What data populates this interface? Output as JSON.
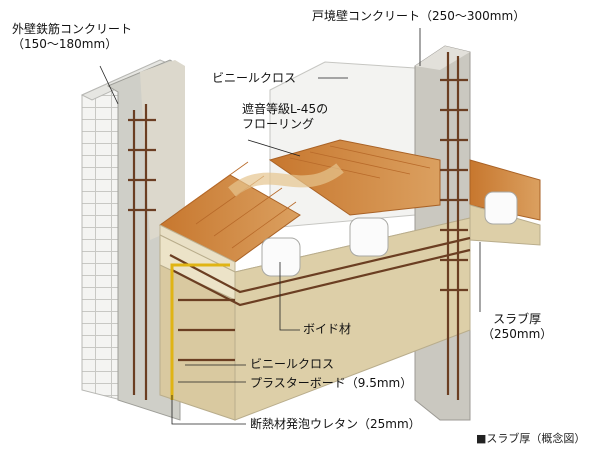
{
  "labels": {
    "exterior_wall": [
      "外壁鉄筋コンクリート",
      "（150〜180mm）"
    ],
    "partition_wall": "戸境壁コンクリート（250〜300mm）",
    "vinyl_cloth_top": "ビニールクロス",
    "flooring": [
      "遮音等級L-45の",
      "フローリング"
    ],
    "void": "ボイド材",
    "slab": [
      "スラブ厚",
      "（250mm）"
    ],
    "vinyl_cloth_bottom": "ビニールクロス",
    "plasterboard": "プラスターボード（9.5mm）",
    "insulation": "断熱材発泡ウレタン（25mm）",
    "caption": "■スラブ厚（概念図）"
  }
}
